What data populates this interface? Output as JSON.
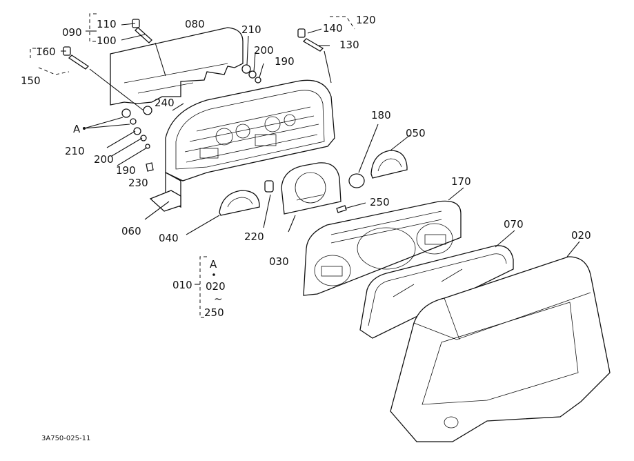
{
  "diagram": {
    "reference_code": "3A750-025-11",
    "callouts": {
      "c010": "010",
      "c020a": "020",
      "c020b": "020",
      "c030": "030",
      "c040": "040",
      "c050": "050",
      "c060": "060",
      "c070": "070",
      "c080": "080",
      "c090": "090",
      "c100": "100",
      "c110": "110",
      "c120": "120",
      "c130": "130",
      "c140": "140",
      "c150": "150",
      "c160": "160",
      "c170": "170",
      "c180": "180",
      "c190a": "190",
      "c190b": "190",
      "c200a": "200",
      "c200b": "200",
      "c210a": "210",
      "c210b": "210",
      "c220": "220",
      "c230": "230",
      "c240": "240",
      "c250a": "250",
      "c250b": "250",
      "cAa": "A",
      "cAb": "A",
      "tilde": "~"
    }
  }
}
